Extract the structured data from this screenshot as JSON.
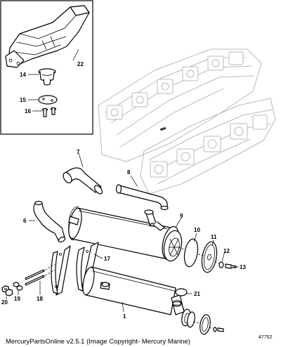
{
  "callouts": {
    "c1": "1",
    "c6": "6",
    "c7": "7",
    "c8": "8",
    "c9": "9",
    "c10": "10",
    "c11": "11",
    "c12": "12",
    "c13": "13",
    "c14": "14",
    "c15": "15",
    "c16": "16",
    "c17": "17",
    "c18": "18",
    "c19": "19",
    "c20": "20",
    "c21": "21",
    "c22": "22"
  },
  "footer": {
    "copyright": "MercuryPartsOnline v2.5.1 (Image Copyright- Mercury Marine)",
    "figure_number": "47752"
  }
}
